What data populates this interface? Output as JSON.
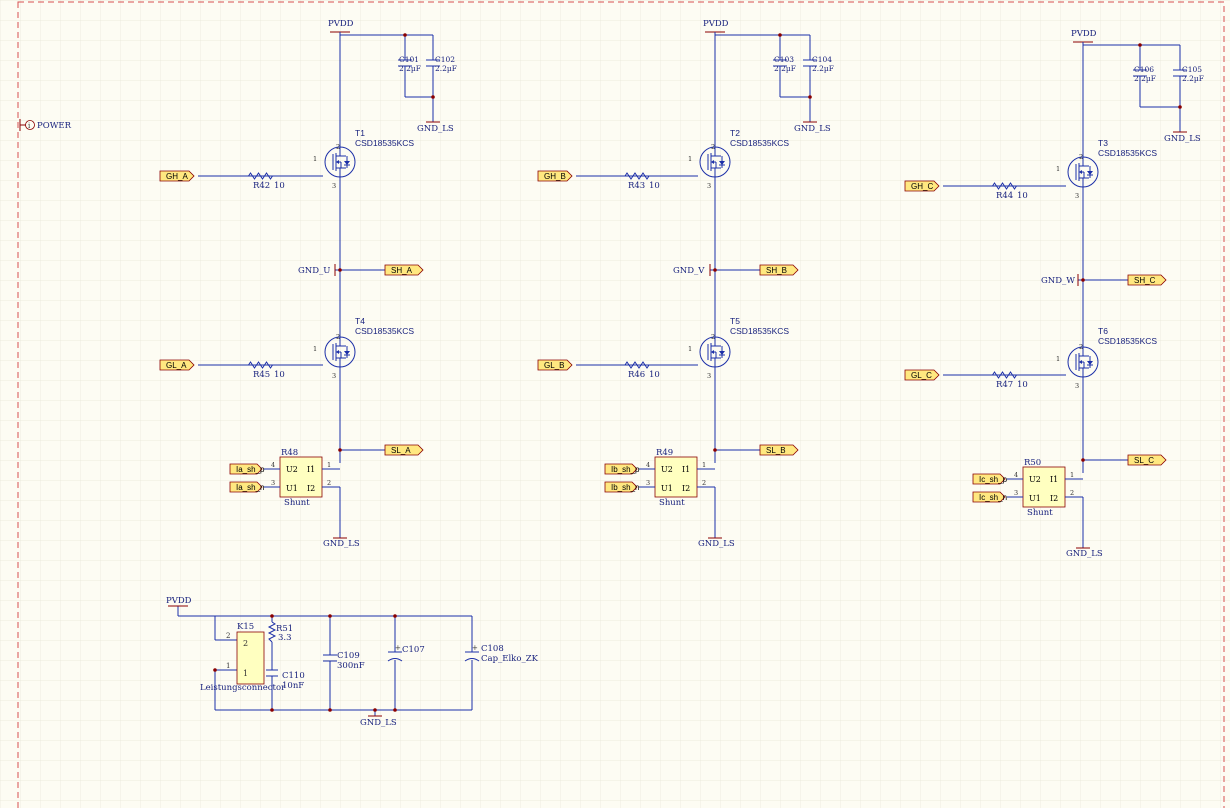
{
  "sheet": {
    "power_port_label": "POWER",
    "colors": {
      "wire": "#1c2fa8",
      "border": "#d85050",
      "port_fill": "#ffe880",
      "grid": "#e8e6d8"
    }
  },
  "half_bridges": [
    {
      "id": "A",
      "pvdd": "PVDD",
      "c_left": {
        "name": "C101",
        "value": "2.2µF"
      },
      "c_right": {
        "name": "C102",
        "value": "2.2µF"
      },
      "cap_gnd": "GND_LS",
      "high": {
        "name": "T1",
        "part": "CSD18535KCS",
        "resistor": "R42",
        "rval": "10",
        "port": "GH_A"
      },
      "mid_gnd": "GND_U",
      "sh_port": "SH_A",
      "low": {
        "name": "T4",
        "part": "CSD18535KCS",
        "resistor": "R45",
        "rval": "10",
        "port": "GL_A"
      },
      "sl_port": "SL_A",
      "shunt": {
        "name": "R48",
        "type": "Shunt",
        "in1": "Ia_sh_p",
        "in2": "Ia_sh_n"
      },
      "bottom_gnd": "GND_LS"
    },
    {
      "id": "B",
      "pvdd": "PVDD",
      "c_left": {
        "name": "C103",
        "value": "2.2µF"
      },
      "c_right": {
        "name": "C104",
        "value": "2.2µF"
      },
      "cap_gnd": "GND_LS",
      "high": {
        "name": "T2",
        "part": "CSD18535KCS",
        "resistor": "R43",
        "rval": "10",
        "port": "GH_B"
      },
      "mid_gnd": "GND_V",
      "sh_port": "SH_B",
      "low": {
        "name": "T5",
        "part": "CSD18535KCS",
        "resistor": "R46",
        "rval": "10",
        "port": "GL_B"
      },
      "sl_port": "SL_B",
      "shunt": {
        "name": "R49",
        "type": "Shunt",
        "in1": "Ib_sh_p",
        "in2": "Ib_sh_n"
      },
      "bottom_gnd": "GND_LS"
    },
    {
      "id": "C",
      "pvdd": "PVDD",
      "c_left": {
        "name": "C106",
        "value": "2.2µF"
      },
      "c_right": {
        "name": "C105",
        "value": "2.2µF"
      },
      "cap_gnd": "GND_LS",
      "high": {
        "name": "T3",
        "part": "CSD18535KCS",
        "resistor": "R44",
        "rval": "10",
        "port": "GH_C"
      },
      "mid_gnd": "GND_W",
      "sh_port": "SH_C",
      "low": {
        "name": "T6",
        "part": "CSD18535KCS",
        "resistor": "R47",
        "rval": "10",
        "port": "GL_C"
      },
      "sl_port": "SL_C",
      "shunt": {
        "name": "R50",
        "type": "Shunt",
        "in1": "Ic_sh_p",
        "in2": "Ic_sh_n"
      },
      "bottom_gnd": "GND_LS"
    }
  ],
  "shunt_pins": {
    "u2": "U2",
    "u1": "U1",
    "i1": "I1",
    "i2": "I2",
    "p4": "4",
    "p3": "3",
    "p1": "1",
    "p2": "2"
  },
  "mosfet_pins": {
    "gate": "1",
    "drain": "2",
    "source": "3"
  },
  "supply": {
    "pvdd": "PVDD",
    "connector": {
      "name": "K15",
      "desc": "Leistungsconnector",
      "pin2": "2",
      "pin1": "1"
    },
    "r51": {
      "name": "R51",
      "value": "3.3"
    },
    "c110": {
      "name": "C110",
      "value": "10nF"
    },
    "c109": {
      "name": "C109",
      "value": "300nF"
    },
    "c107": {
      "name": "C107",
      "value": ""
    },
    "c108": {
      "name": "C108",
      "value": "Cap_Elko_ZK"
    },
    "gnd": "GND_LS"
  }
}
